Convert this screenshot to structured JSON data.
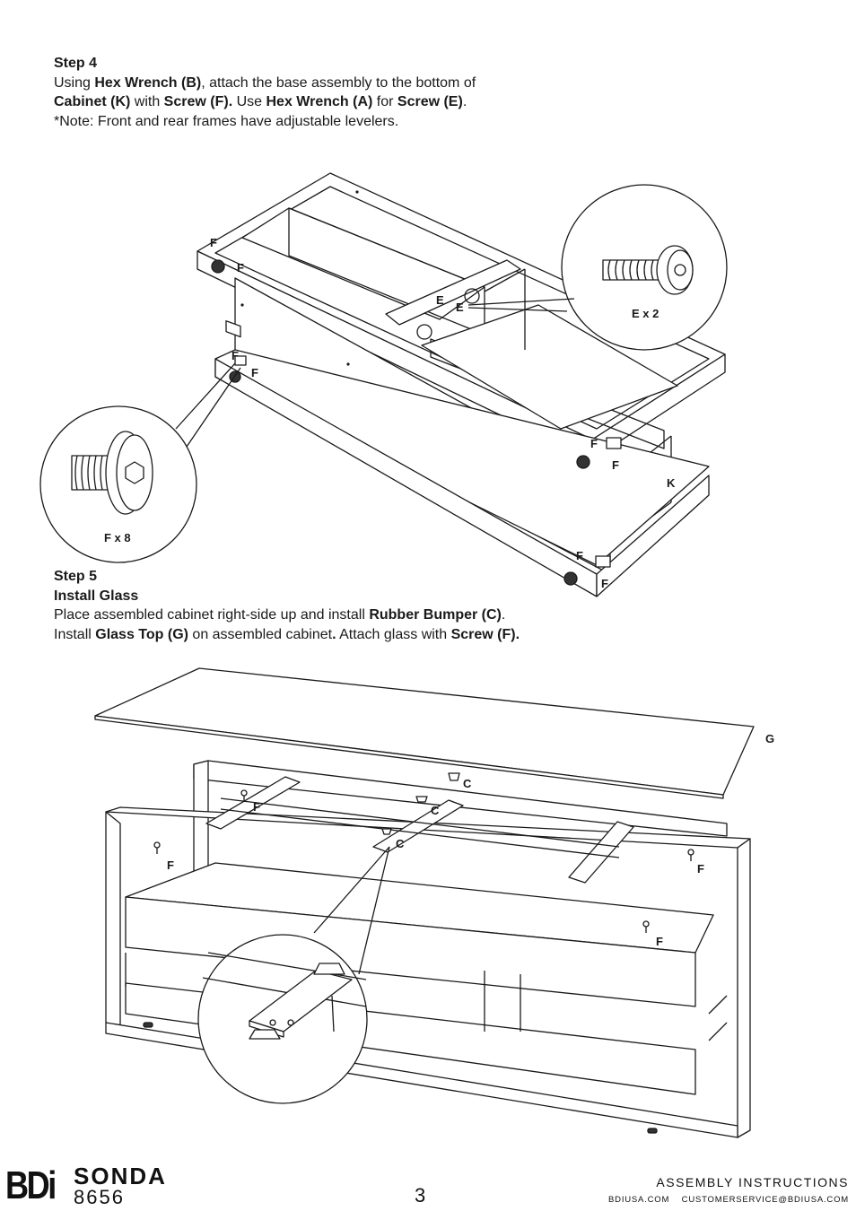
{
  "step4": {
    "title": "Step 4",
    "l1a": "Using ",
    "l1b": "Hex Wrench (B)",
    "l1c": ", attach the base assembly to the bottom of",
    "l2a": "Cabinet (K)",
    "l2b": " with ",
    "l2c": "Screw (F).",
    "l2d": " Use ",
    "l2e": "Hex Wrench (A)",
    "l2f": " for ",
    "l2g": "Screw (E)",
    "l2h": ".",
    "l3": "*Note: Front and rear frames have adjustable levelers."
  },
  "step5": {
    "title": "Step 5",
    "subtitle": "Install Glass",
    "l1a": "Place assembled cabinet right-side up and install ",
    "l1b": "Rubber Bumper (C)",
    "l1c": ".",
    "l2a": "Install ",
    "l2b": "Glass Top (G)",
    "l2c": " on assembled cabinet",
    "l2d": ".",
    "l2e": " Attach glass with ",
    "l2f": "Screw (F)."
  },
  "labels": {
    "F": "F",
    "E": "E",
    "K": "K",
    "C": "C",
    "G": "G"
  },
  "callouts": {
    "screw_e_count": "E x 2",
    "screw_f_count": "F x 8"
  },
  "footer": {
    "brand": "BDi",
    "product": "SONDA",
    "model": "8656",
    "page": "3",
    "doc_title": "ASSEMBLY INSTRUCTIONS",
    "website": "BDIUSA.COM",
    "email": "CUSTOMERSERVICE@BDIUSA.COM"
  }
}
